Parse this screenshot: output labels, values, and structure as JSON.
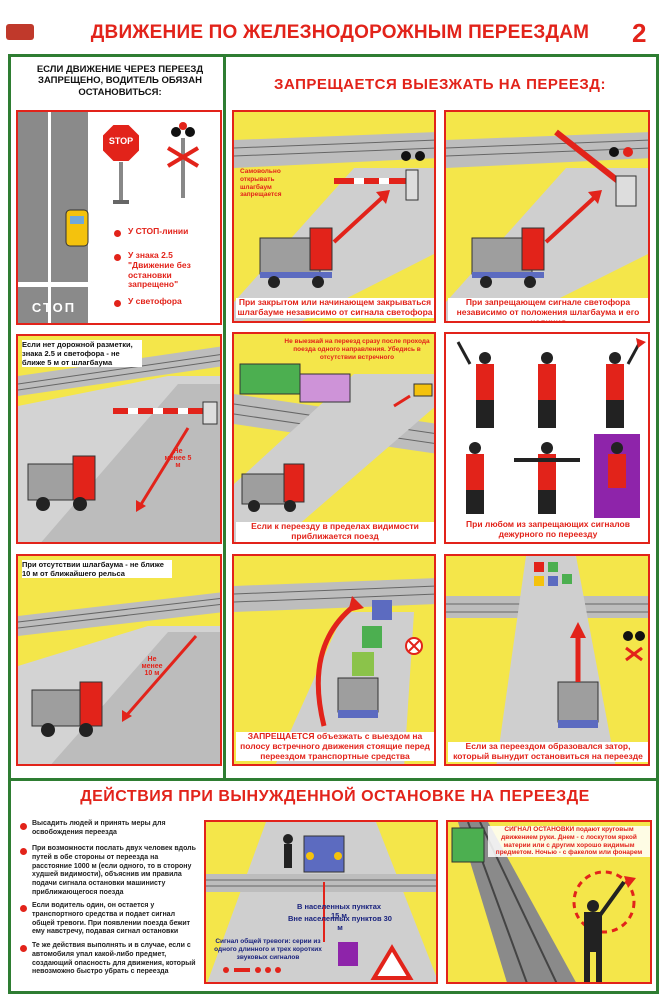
{
  "header": {
    "title": "ДВИЖЕНИЕ ПО ЖЕЛЕЗНОДОРОЖНЫМ ПЕРЕЕЗДАМ",
    "page_number": "2"
  },
  "left": {
    "panel1": {
      "heading": "ЕСЛИ ДВИЖЕНИЕ ЧЕРЕЗ ПЕРЕЕЗД ЗАПРЕЩЕНО, ВОДИТЕЛЬ ОБЯЗАН ОСТАНОВИТЬСЯ:",
      "stop_sign": "STOP",
      "road_text": "СТОП",
      "items": [
        "У СТОП-линии",
        "У знака 2.5 \"Движение без остановки запрещено\"",
        "У светофора"
      ]
    },
    "panel2": {
      "caption": "Если нет дорожной разметки, знака 2.5 и светофора - не ближе 5 м от шлагбаума",
      "distance": "Не менее 5 м"
    },
    "panel3": {
      "caption": "При отсутствии шлагбаума - не ближе 10 м от ближайшего рельса",
      "distance": "Не менее 10 м"
    }
  },
  "right": {
    "heading": "ЗАПРЕЩАЕТСЯ ВЫЕЗЖАТЬ НА ПЕРЕЕЗД:",
    "panels": [
      {
        "top_note": "Самовольно открывать шлагбаум запрещается",
        "caption": "При закрытом или начинающем закрываться шлагбауме независимо от сигнала светофора"
      },
      {
        "caption": "При запрещающем сигнале светофора независимо от положения шлагбаума и его наличия"
      },
      {
        "top_note": "Не выезжай на переезд сразу после прохода поезда одного направления. Убедись в отсутствии встречного",
        "caption": "Если к переезду в пределах видимости приближается поезд"
      },
      {
        "caption": "При любом из запрещающих сигналов дежурного по переезду"
      },
      {
        "caption": "ЗАПРЕЩАЕТСЯ объезжать с выездом на полосу встречного движения стоящие перед переездом транспортные средства"
      },
      {
        "caption": "Если за переездом образовался затор, который вынудит остановиться на переезде"
      }
    ]
  },
  "bottom": {
    "heading": "ДЕЙСТВИЯ ПРИ ВЫНУЖДЕННОЙ ОСТАНОВКЕ НА ПЕРЕЕЗДЕ",
    "bullets": [
      "Высадить людей и принять меры для освобождения переезда",
      "При возможности послать двух человек вдоль путей в обе стороны от переезда на расстояние 1000 м (если одного, то в сторону худшей видимости), объяснив им правила подачи сигнала остановки машинисту приближающегося поезда",
      "Если водитель один, он остается у транспортного средства и подает сигнал общей тревоги. При появлении поезда бежит ему навстречу, подавая сигнал остановки",
      "Те же действия выполнять и в случае, если с автомобиля упал какой-либо предмет, создающий опасность для движения, который невозможно быстро убрать с переезда"
    ],
    "distances": [
      "В населенных пунктах 15 м",
      "Вне населенных пунктов 30 м"
    ],
    "alarm_caption": "Сигнал общей тревоги: серии из одного длинного и трех коротких звуковых сигналов",
    "stop_signal_caption": "СИГНАЛ ОСТАНОВКИ подают круговым движением руки. Днем - с лоскутом яркой материи или с другим хорошо видимым предметом. Ночью - с факелом или фонарем"
  },
  "colors": {
    "red": "#e2231a",
    "green": "#2e7d32",
    "grass": "#f4e64a",
    "road": "#cfcfcf"
  }
}
